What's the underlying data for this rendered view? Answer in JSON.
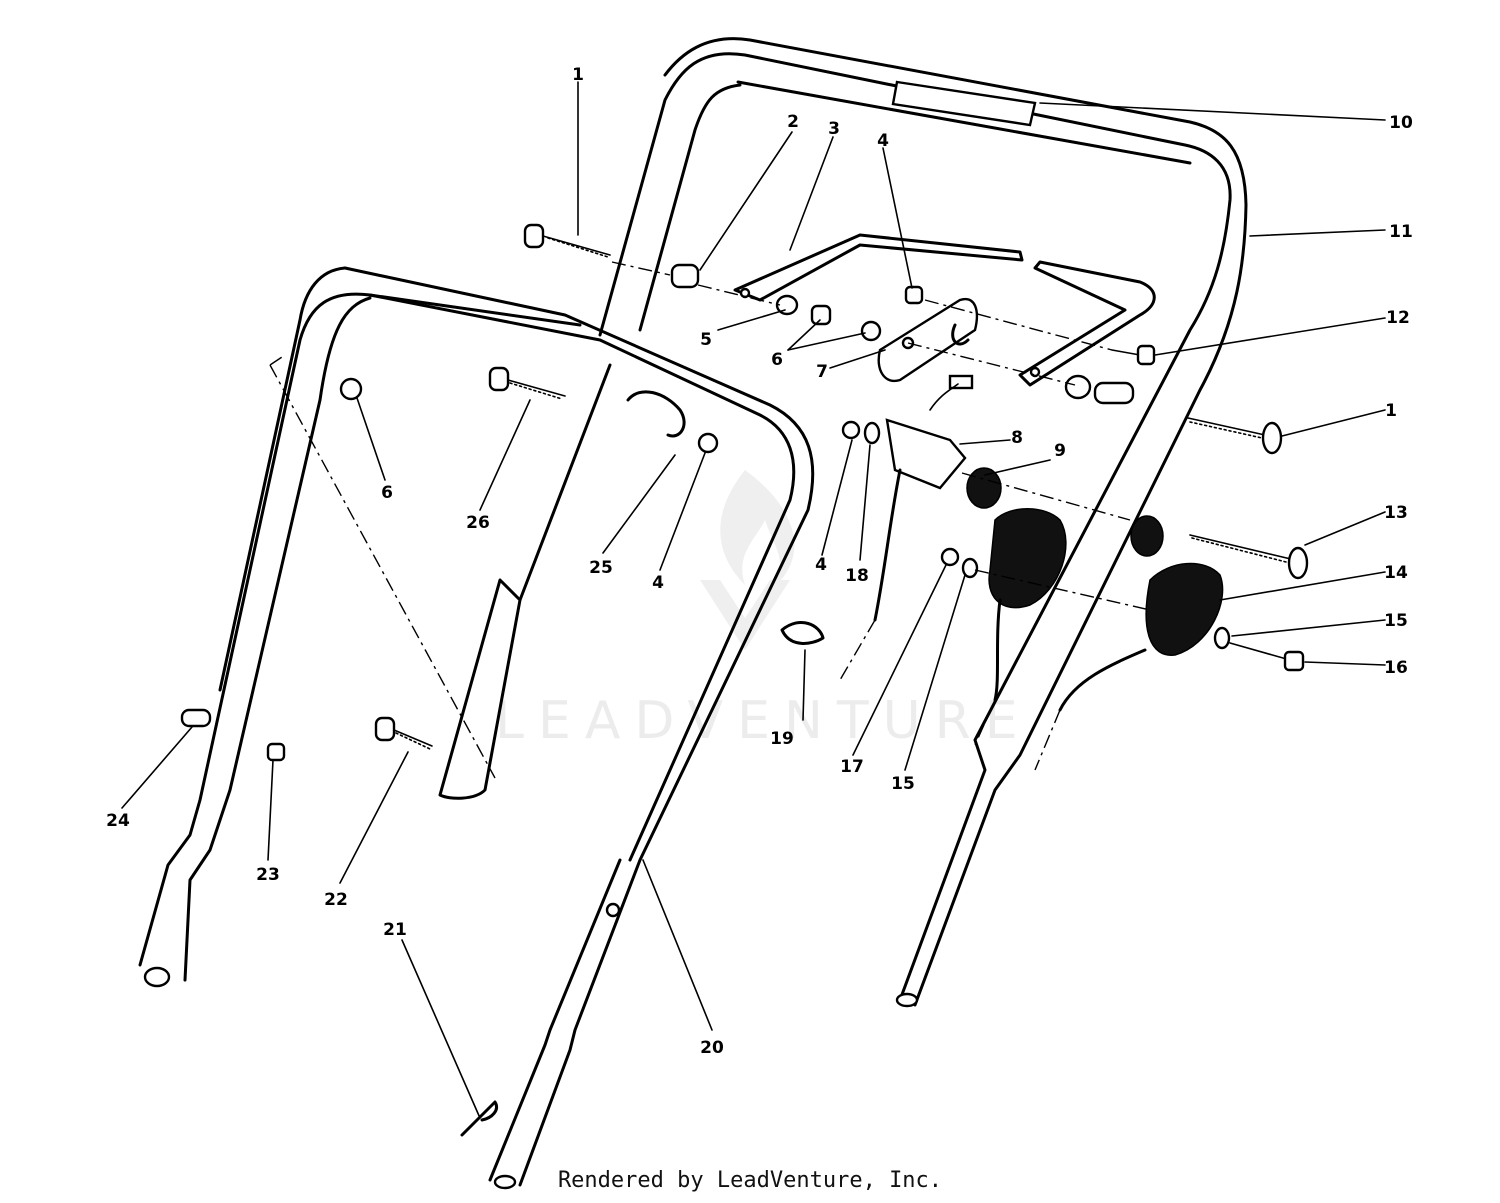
{
  "diagram": {
    "callouts": [
      {
        "id": "c1a",
        "text": "1"
      },
      {
        "id": "c2",
        "text": "2"
      },
      {
        "id": "c3",
        "text": "3"
      },
      {
        "id": "c4a",
        "text": "4"
      },
      {
        "id": "c10",
        "text": "10"
      },
      {
        "id": "c11",
        "text": "11"
      },
      {
        "id": "c12",
        "text": "12"
      },
      {
        "id": "c5",
        "text": "5"
      },
      {
        "id": "c6a",
        "text": "6"
      },
      {
        "id": "c7",
        "text": "7"
      },
      {
        "id": "c1b",
        "text": "1"
      },
      {
        "id": "c8",
        "text": "8"
      },
      {
        "id": "c9",
        "text": "9"
      },
      {
        "id": "c13",
        "text": "13"
      },
      {
        "id": "c14",
        "text": "14"
      },
      {
        "id": "c15a",
        "text": "15"
      },
      {
        "id": "c16",
        "text": "16"
      },
      {
        "id": "c6b",
        "text": "6"
      },
      {
        "id": "c26",
        "text": "26"
      },
      {
        "id": "c25",
        "text": "25"
      },
      {
        "id": "c4b",
        "text": "4"
      },
      {
        "id": "c4c",
        "text": "4"
      },
      {
        "id": "c18",
        "text": "18"
      },
      {
        "id": "c19",
        "text": "19"
      },
      {
        "id": "c17",
        "text": "17"
      },
      {
        "id": "c15b",
        "text": "15"
      },
      {
        "id": "c24",
        "text": "24"
      },
      {
        "id": "c23",
        "text": "23"
      },
      {
        "id": "c22",
        "text": "22"
      },
      {
        "id": "c21",
        "text": "21"
      },
      {
        "id": "c20",
        "text": "20"
      }
    ],
    "watermark": "LEADVENTURE",
    "credit": "Rendered by LeadVenture, Inc."
  }
}
